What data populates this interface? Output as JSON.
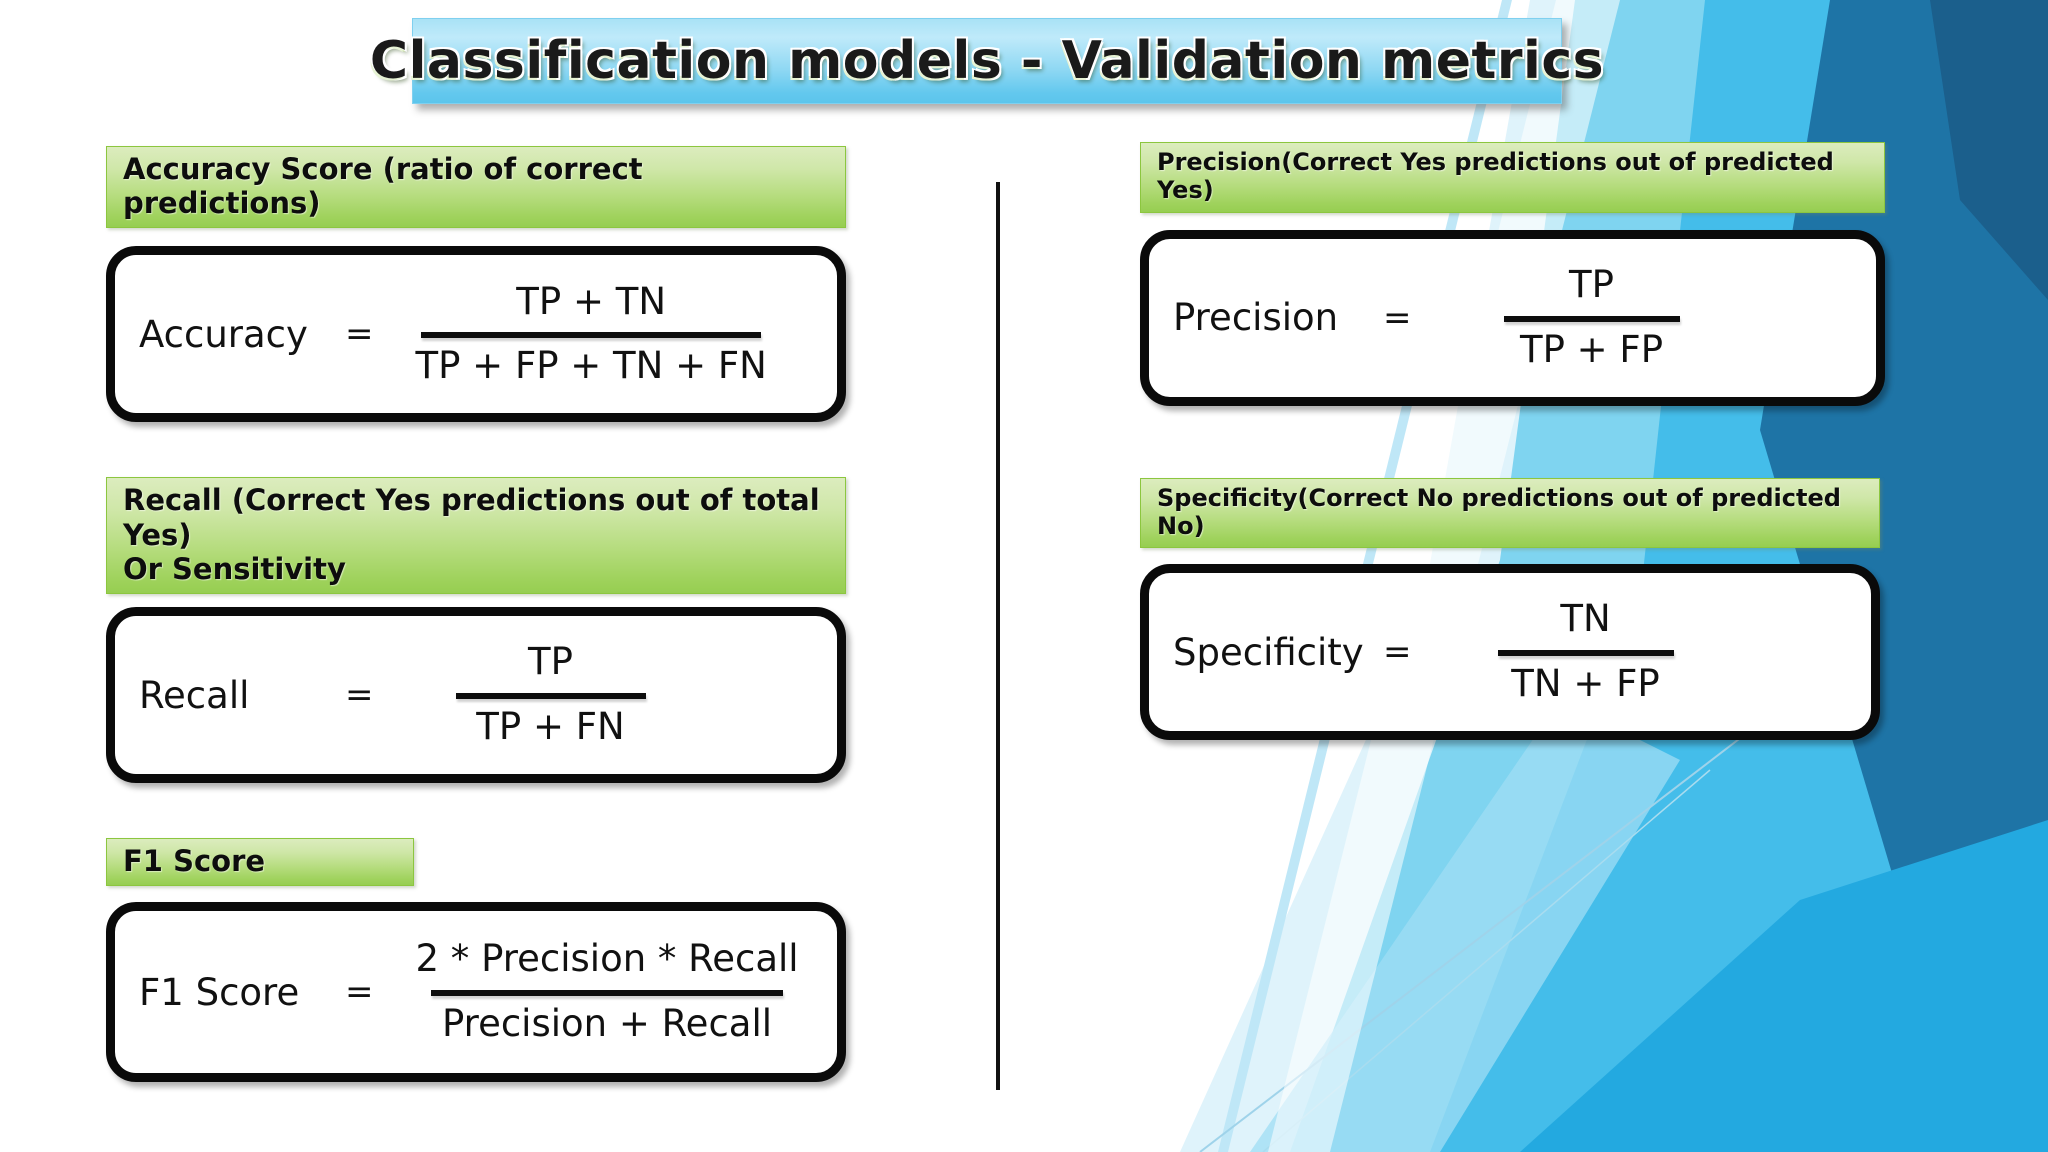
{
  "slide": {
    "title": "Classification models - Validation metrics",
    "banner_color": "#8fd8f3",
    "accent_green": "#9fd25c",
    "text_color": "#111111"
  },
  "left_column": {
    "sections": [
      {
        "label": "Accuracy Score (ratio of correct predictions)",
        "formula": {
          "name": "Accuracy",
          "equals": "=",
          "numerator": "TP + TN",
          "denominator": "TP + FP + TN + FN"
        }
      },
      {
        "label_line1": "Recall (Correct Yes predictions out of total Yes)",
        "label_line2": "Or Sensitivity",
        "formula": {
          "name": "Recall",
          "equals": "=",
          "numerator": "TP",
          "denominator": "TP + FN"
        }
      },
      {
        "label": "F1 Score",
        "formula": {
          "name": "F1 Score",
          "equals": "=",
          "numerator": "2 * Precision * Recall",
          "denominator": "Precision + Recall"
        }
      }
    ]
  },
  "right_column": {
    "sections": [
      {
        "label": "Precision(Correct Yes predictions out of predicted Yes)",
        "formula": {
          "name": "Precision",
          "equals": "=",
          "numerator": "TP",
          "denominator": "TP + FP"
        }
      },
      {
        "label": "Specificity(Correct No predictions out of predicted No)",
        "formula": {
          "name": "Specificity",
          "equals": "=",
          "numerator": "TN",
          "denominator": "TN + FP"
        }
      }
    ]
  }
}
